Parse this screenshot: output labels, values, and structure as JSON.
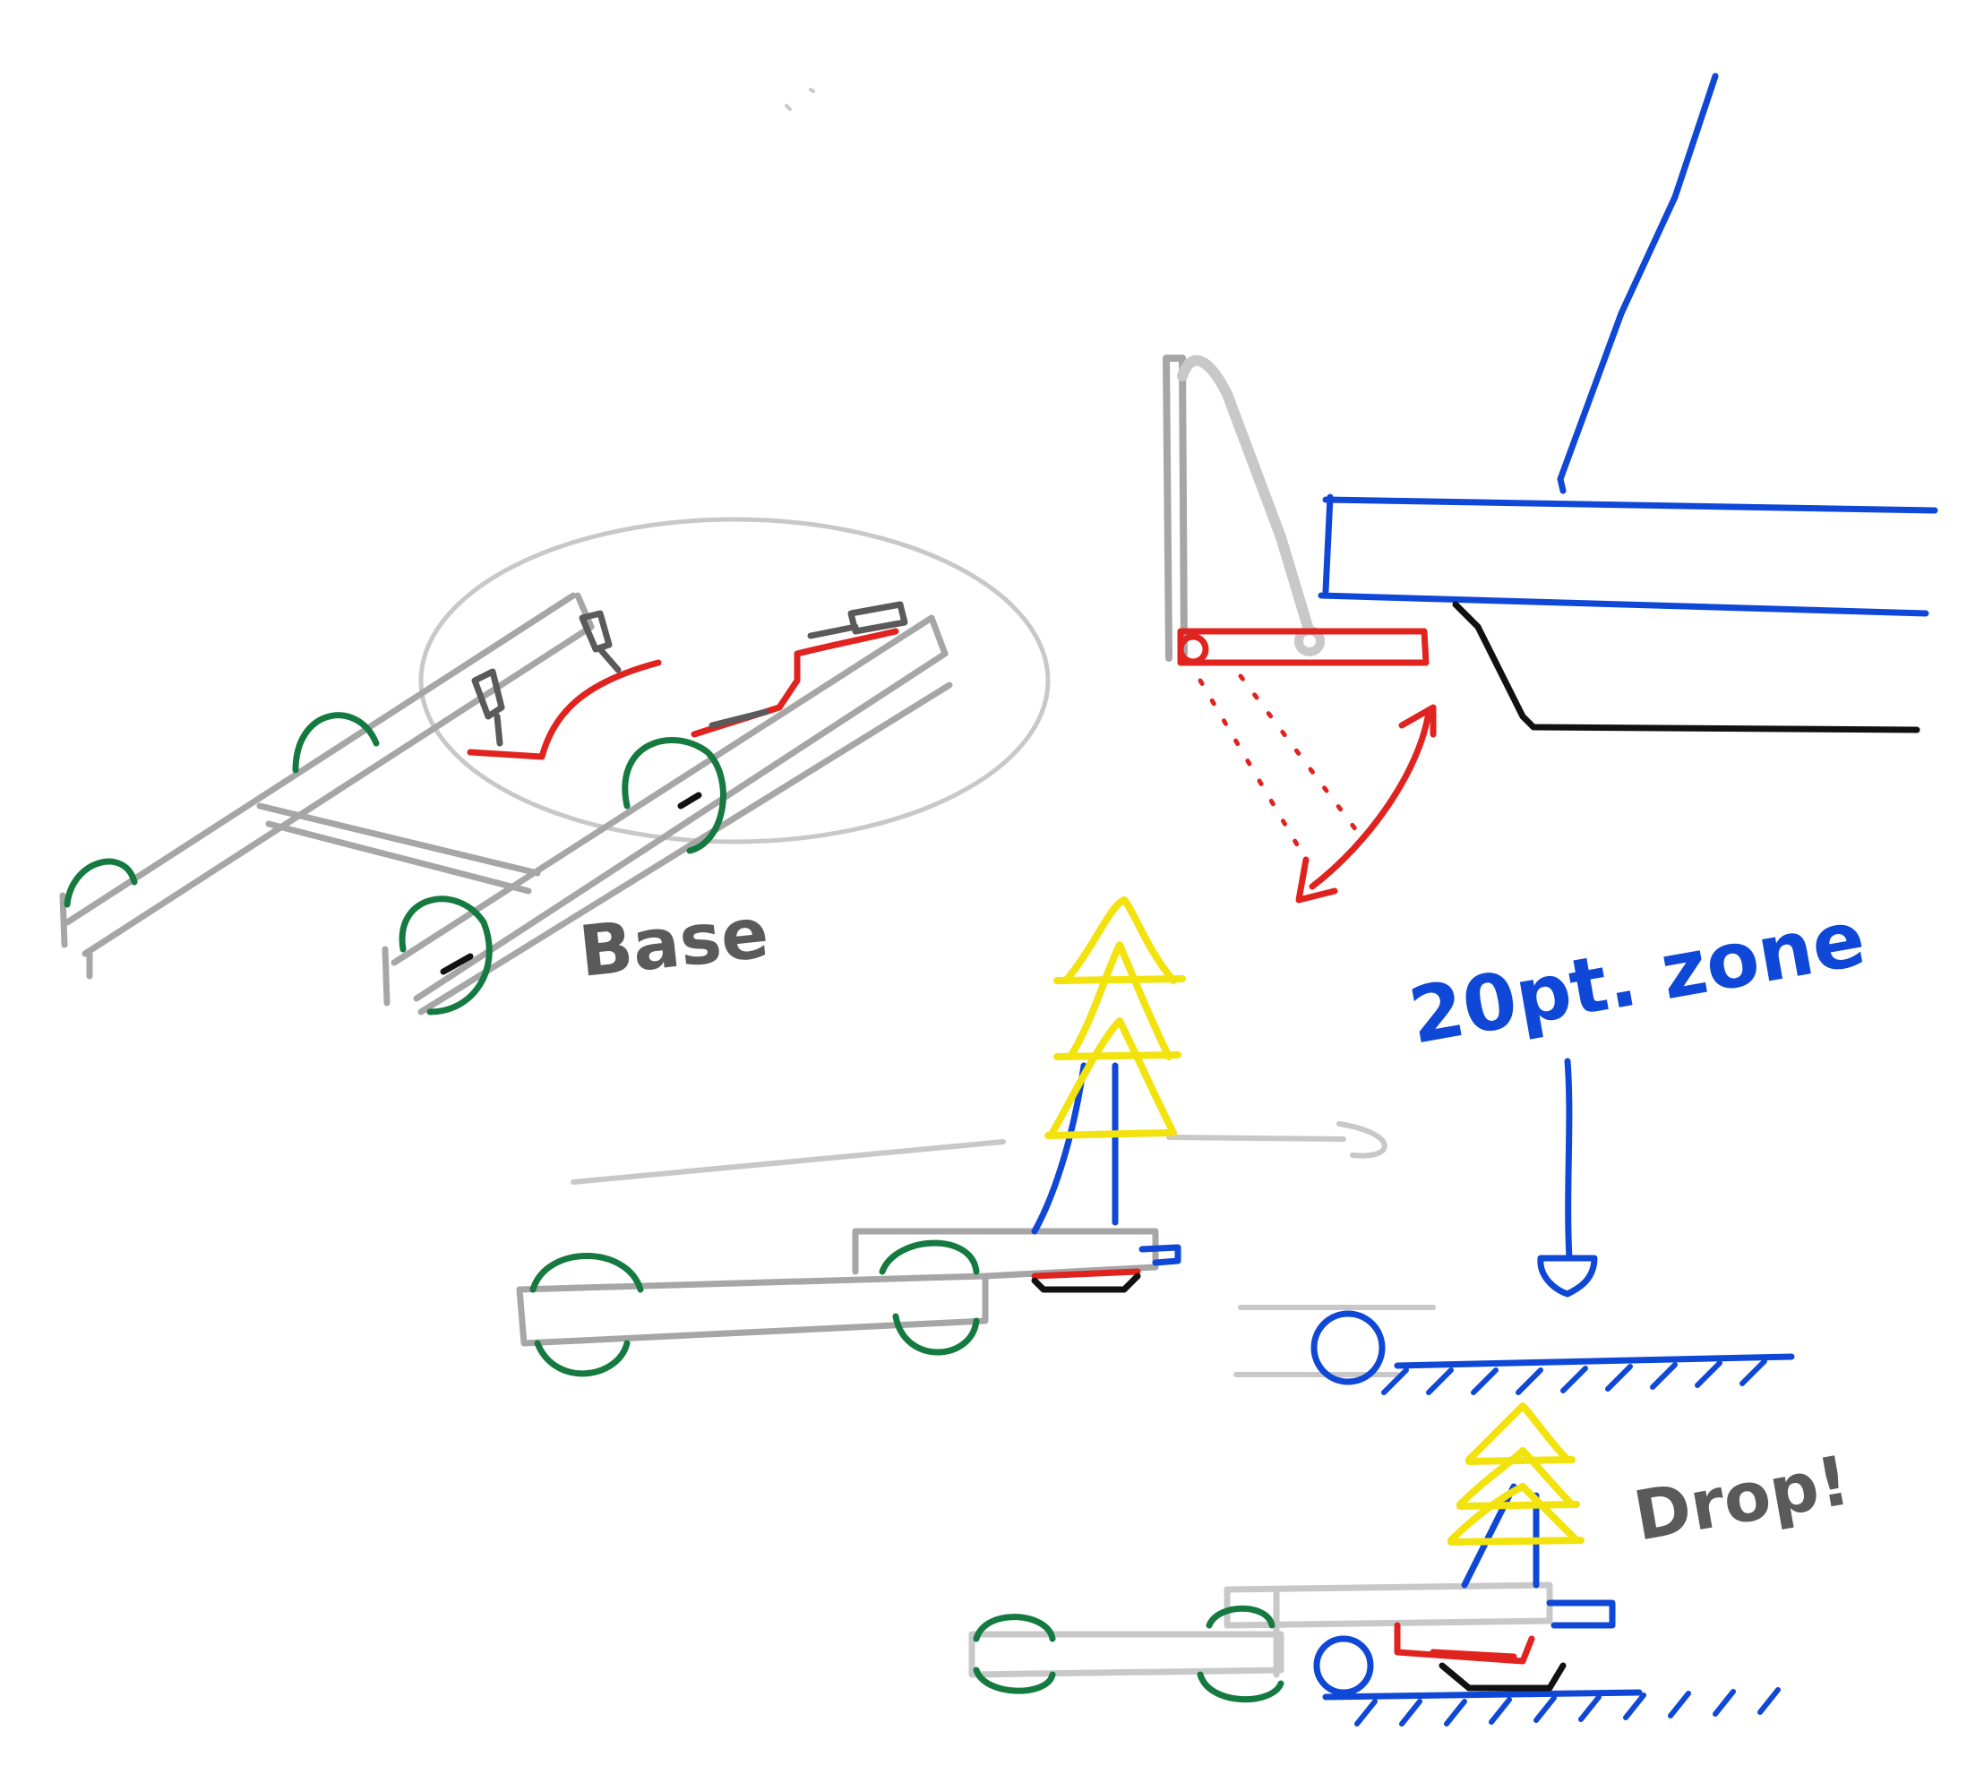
{
  "labels": {
    "base": "Base",
    "zone": "20pt. zone",
    "drop": "Drop!"
  },
  "colors": {
    "chassis": "#a6a6a6",
    "wheel": "#157a40",
    "arm": "#e0231f",
    "cone": "#f2e20e",
    "scoring": "#0f47d6",
    "latch": "#5a5a5a",
    "hinge": "#111111"
  }
}
